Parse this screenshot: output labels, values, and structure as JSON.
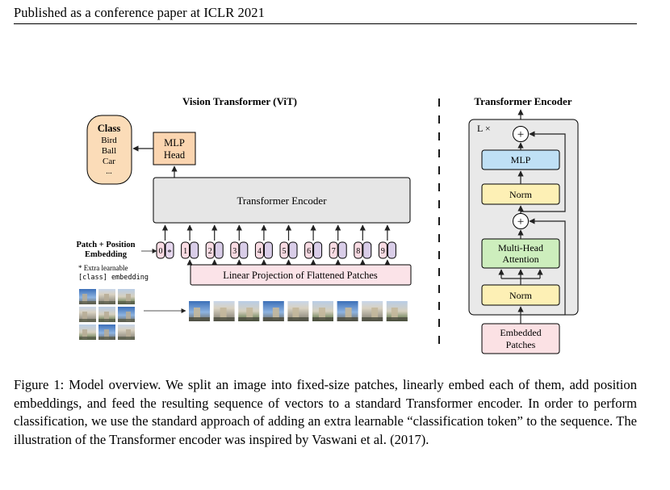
{
  "header": "Published as a conference paper at ICLR 2021",
  "vit": {
    "title": "Vision Transformer (ViT)",
    "class_box": {
      "title": "Class",
      "items": [
        "Bird",
        "Ball",
        "Car",
        "..."
      ]
    },
    "mlp_head": [
      "MLP",
      "Head"
    ],
    "encoder_label": "Transformer Encoder",
    "patch_pos_label": [
      "Patch + Position",
      "Embedding"
    ],
    "extra_note": [
      "* Extra learnable",
      "[class] embedding"
    ],
    "position_tokens": [
      "0",
      "1",
      "2",
      "3",
      "4",
      "5",
      "6",
      "7",
      "8",
      "9"
    ],
    "class_marker": "*",
    "linear_projection": "Linear Projection of Flattened Patches"
  },
  "encoder_detail": {
    "title": "Transformer Encoder",
    "repeat": "L ×",
    "plus": "+",
    "mlp": "MLP",
    "norm_top": "Norm",
    "mha": [
      "Multi-Head",
      "Attention"
    ],
    "norm_bottom": "Norm",
    "embedded_patches": [
      "Embedded",
      "Patches"
    ]
  },
  "caption": "Figure 1: Model overview. We split an image into fixed-size patches, linearly embed each of them, add position embeddings, and feed the resulting sequence of vectors to a standard Transformer encoder. In order to perform classification, we use the standard approach of adding an extra learnable “classification token” to the sequence. The illustration of the Transformer encoder was inspired by Vaswani et al. (2017).",
  "colors": {
    "class_fill": "#fbdcb8",
    "mlp_head_fill": "#fbd5b0",
    "encoder_fill": "#e6e6e6",
    "token_fill": "#f9dbe3",
    "projection_fill": "#fbe3e8",
    "mlp_fill": "#bfe0f5",
    "norm_fill": "#fdf0b5",
    "mha_fill": "#cdeebd",
    "embedded_fill": "#fbe1e4",
    "encoder_detail_fill": "#e9e9e9"
  }
}
